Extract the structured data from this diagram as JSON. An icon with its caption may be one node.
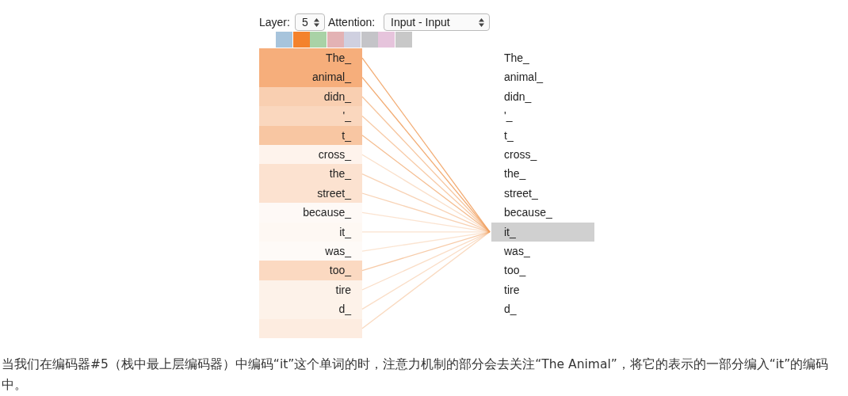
{
  "diagram": {
    "caption": "当我们在编码器#5（栈中最上层编码器）中编码“it”这个单词的时，注意力机制的部分会去关注“The Animal”，将它的表示的一部分编入“it”的编码中。",
    "nodes": [
      {
        "text": [
          "The_"
        ]
      },
      {
        "text": [
          "animal_"
        ]
      },
      {
        "text": [
          "didn_"
        ]
      },
      {
        "text": [
          "'_"
        ]
      },
      {
        "text": [
          "t_"
        ]
      },
      {
        "text": [
          "cross_"
        ]
      },
      {
        "text": [
          "the_"
        ]
      },
      {
        "text": [
          "street_"
        ]
      },
      {
        "text": [
          "because_"
        ]
      },
      {
        "text": [
          "it_"
        ]
      },
      {
        "text": [
          "was_"
        ]
      },
      {
        "text": [
          "too_"
        ]
      },
      {
        "text": [
          "tire"
        ]
      },
      {
        "text": [
          "d_"
        ]
      },
      {
        "text": [],
        "shape": "bar"
      },
      {
        "text": [
          "The_"
        ]
      },
      {
        "text": [
          "animal_"
        ]
      },
      {
        "text": [
          "didn_"
        ]
      },
      {
        "text": [
          "'_"
        ]
      },
      {
        "text": [
          "t_"
        ]
      },
      {
        "text": [
          "cross_"
        ]
      },
      {
        "text": [
          "the_"
        ]
      },
      {
        "text": [
          "street_"
        ]
      },
      {
        "text": [
          "because_"
        ]
      },
      {
        "text": [
          "it_"
        ]
      },
      {
        "text": [
          "was_"
        ]
      },
      {
        "text": [
          "too_"
        ]
      },
      {
        "text": [
          "tire"
        ]
      },
      {
        "text": [
          "d_"
        ]
      }
    ],
    "edges": [
      {
        "from": 0,
        "to": 24,
        "arrow": "none"
      },
      {
        "from": 1,
        "to": 24,
        "arrow": "none"
      },
      {
        "from": 2,
        "to": 24,
        "arrow": "none"
      },
      {
        "from": 3,
        "to": 24,
        "arrow": "none"
      },
      {
        "from": 4,
        "to": 24,
        "arrow": "none"
      },
      {
        "from": 5,
        "to": 24,
        "arrow": "none"
      },
      {
        "from": 6,
        "to": 24,
        "arrow": "none"
      },
      {
        "from": 7,
        "to": 24,
        "arrow": "none"
      },
      {
        "from": 8,
        "to": 24,
        "arrow": "none"
      },
      {
        "from": 9,
        "to": 24,
        "arrow": "none"
      },
      {
        "from": 10,
        "to": 24,
        "arrow": "none"
      },
      {
        "from": 11,
        "to": 24,
        "arrow": "none"
      },
      {
        "from": 12,
        "to": 24,
        "arrow": "none"
      },
      {
        "from": 13,
        "to": 24,
        "arrow": "none"
      },
      {
        "from": 14,
        "to": 24,
        "arrow": "none"
      }
    ],
    "labels": [
      "Layer:",
      "5",
      "Attention:",
      "Input - Input"
    ]
  }
}
